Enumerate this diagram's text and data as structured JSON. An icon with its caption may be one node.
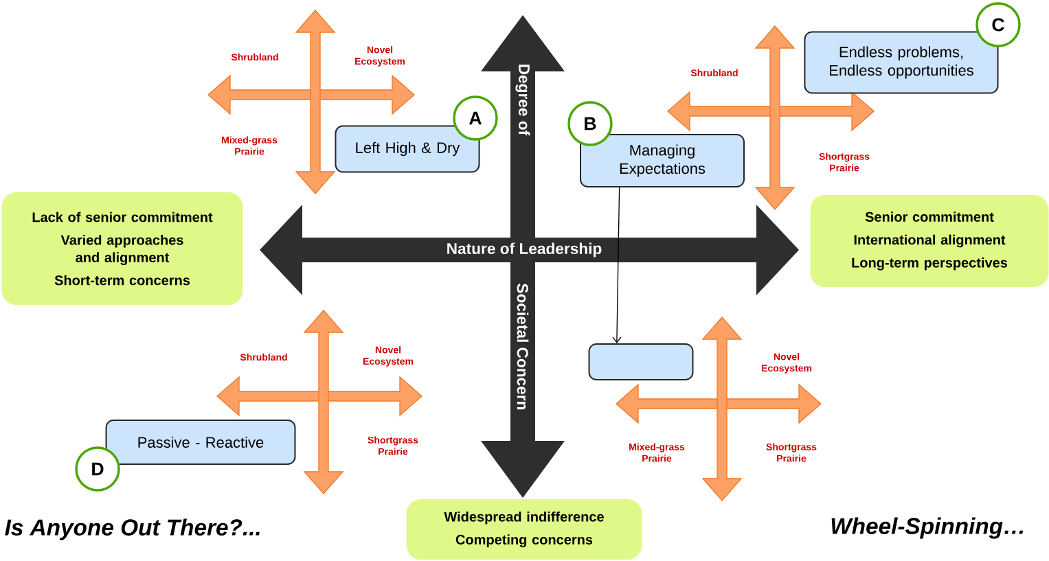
{
  "diagram": {
    "nodes": [
      {
        "text": [
          "Left High & Dry"
        ]
      },
      {
        "text": [
          "A"
        ]
      },
      {
        "text": [
          "Managing Expectations"
        ]
      },
      {
        "text": [
          "B"
        ]
      },
      {
        "text": [
          "Endless problems, Endless opportunities"
        ]
      },
      {
        "text": [
          "C"
        ]
      },
      {
        "text": [
          "Passive - Reactive"
        ]
      },
      {
        "text": [
          "D"
        ]
      },
      {
        "text": [],
        "shape": "box"
      },
      {
        "text": [
          "Lack of senior commitment",
          "Varied approaches and alignment",
          "Short-term concerns"
        ]
      },
      {
        "text": [
          "Senior commitment",
          "International alignment",
          "Long-term perspectives"
        ]
      },
      {
        "text": [
          "Widespread indifference",
          "Competing concerns"
        ]
      }
    ],
    "edges": [
      {
        "from": 2,
        "to": 8,
        "arrow": "to"
      }
    ],
    "labels": [
      "Shrubland",
      "Novel Ecosystem",
      "Shrubland",
      "Degree of",
      "Mixed-grass Prairie",
      "Shortgrass Prairie",
      "Nature of Leadership",
      "Societal Concern",
      "Shrubland",
      "Novel Ecosystem",
      "Novel Ecosystem",
      "Shortgrass Prairie",
      "Mixed-grass Prairie",
      "Shortgrass Prairie",
      "Is Anyone Out There?...",
      "Wheel-Spinning…"
    ]
  }
}
